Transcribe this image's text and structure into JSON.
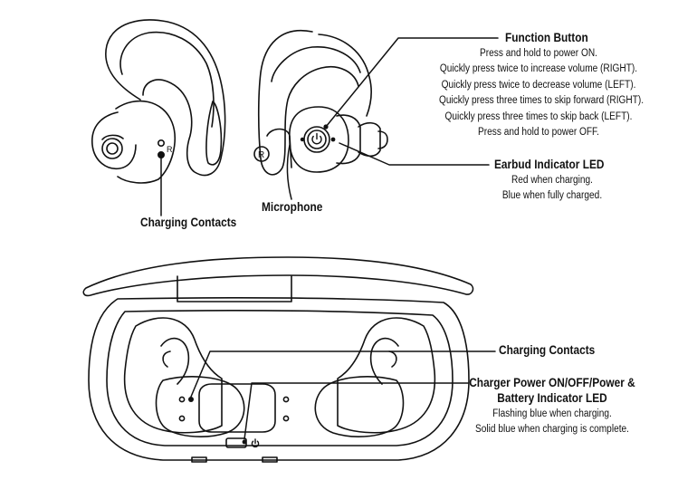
{
  "earbuds": {
    "left_marking": "R",
    "right_marking": "R",
    "charging_contacts_label": "Charging Contacts",
    "microphone_label": "Microphone",
    "function_button": {
      "title": "Function Button",
      "lines": [
        "Press and hold to power ON.",
        "Quickly press twice to increase volume (RIGHT).",
        "Quickly press twice to decrease volume (LEFT).",
        "Quickly press three times to skip forward (RIGHT).",
        "Quickly press three times to skip back (LEFT).",
        "Press and hold to power OFF."
      ]
    },
    "indicator_led": {
      "title": "Earbud Indicator LED",
      "lines": [
        "Red when charging.",
        "Blue when fully charged."
      ]
    }
  },
  "case": {
    "charging_contacts_label": "Charging Contacts",
    "charger_power": {
      "title_line1": "Charger Power ON/OFF/Power &",
      "title_line2": "Battery Indicator LED",
      "lines": [
        "Flashing blue when charging.",
        "Solid blue when charging is complete."
      ]
    }
  },
  "icons": [
    "power-icon",
    "led-dot"
  ]
}
